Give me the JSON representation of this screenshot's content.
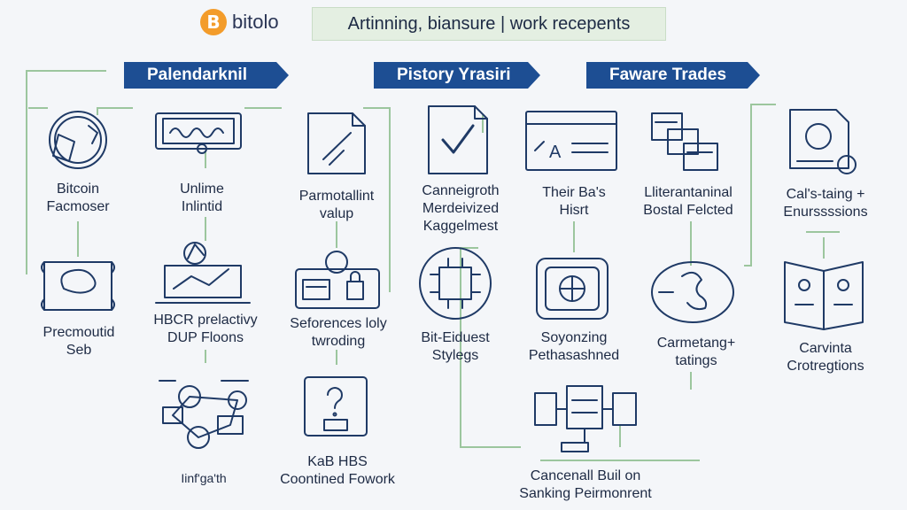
{
  "header": {
    "logo_text": "bitolo",
    "logo_symbol": "B",
    "tagline": "Artinning, biansure | work recepents"
  },
  "colors": {
    "banner": "#1d4e93",
    "connector": "#9cc69e",
    "icon_stroke": "#1f3a66",
    "logo_coin": "#f39c2b",
    "tagline_bg": "#e4efe2"
  },
  "banners": [
    {
      "label": "Palendarknil"
    },
    {
      "label": "Pistory Yrasiri"
    },
    {
      "label": "Faware Trades"
    }
  ],
  "nodes": [
    {
      "id": "bitcoin-facmoser",
      "icon": "shield-badge-icon",
      "lines": [
        "Bitcoin",
        "Facmoser"
      ]
    },
    {
      "id": "unlime-inlintid",
      "icon": "monitor-signal-icon",
      "lines": [
        "Unlime",
        "Inlintid"
      ]
    },
    {
      "id": "parmotallint-valup",
      "icon": "document-edit-icon",
      "lines": [
        "Parmotallint",
        "valup"
      ]
    },
    {
      "id": "canneigroth",
      "icon": "document-check-icon",
      "lines": [
        "Canneigroth",
        "Merdeivized",
        "Kaggelmest"
      ]
    },
    {
      "id": "their-bas-hisrt",
      "icon": "chart-screen-icon",
      "lines": [
        "Their Ba's",
        "Hisrt"
      ]
    },
    {
      "id": "lliterantaninal",
      "icon": "stacked-windows-icon",
      "lines": [
        "Lliterantaninal",
        "Bostal Felcted"
      ]
    },
    {
      "id": "calstaing",
      "icon": "document-coin-icon",
      "lines": [
        "Cal's-taing +",
        "Enurssssions"
      ]
    },
    {
      "id": "precmoutid-seb",
      "icon": "certificate-icon",
      "lines": [
        "Precmoutid",
        "Seb"
      ]
    },
    {
      "id": "hbcr-prelactivy",
      "icon": "laptop-chart-icon",
      "lines": [
        "HBCR prelactivy",
        "DUP Floons"
      ]
    },
    {
      "id": "seforences",
      "icon": "dashboard-lock-icon",
      "lines": [
        "Seforences loly",
        "twroding"
      ]
    },
    {
      "id": "bit-eiduest",
      "icon": "chip-network-icon",
      "lines": [
        "Bit-Eiduest",
        "Stylegs"
      ]
    },
    {
      "id": "soyonzing",
      "icon": "vault-icon",
      "lines": [
        "Soyonzing",
        "Pethasashned"
      ]
    },
    {
      "id": "carmetang",
      "icon": "coin-hand-icon",
      "lines": [
        "Carmetang+",
        "tatings"
      ]
    },
    {
      "id": "carvinta",
      "icon": "open-book-icon",
      "lines": [
        "Carvinta",
        "Crotregtions"
      ]
    },
    {
      "id": "network-cluster",
      "icon": "network-nodes-icon",
      "lines": [
        "Iinf'ga'th"
      ]
    },
    {
      "id": "kab-hbs",
      "icon": "question-document-icon",
      "lines": [
        "KaB HBS",
        "Coontined Fowork"
      ]
    },
    {
      "id": "cancenall",
      "icon": "server-network-icon",
      "lines": [
        "Cancenall Buil on",
        "Sanking Peirmonrent"
      ]
    }
  ]
}
